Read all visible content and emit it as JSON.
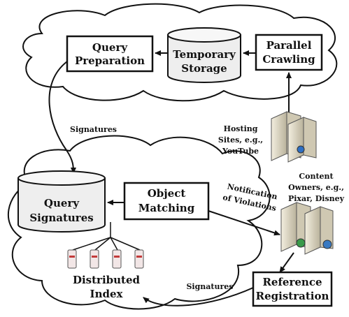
{
  "diagram": {
    "boxes": {
      "query_preparation": [
        "Query",
        "Preparation"
      ],
      "parallel_crawling": [
        "Parallel",
        "Crawling"
      ],
      "object_matching": [
        "Object",
        "Matching"
      ],
      "reference_registration": [
        "Reference",
        "Registration"
      ]
    },
    "databases": {
      "temporary_storage": [
        "Temporary",
        "Storage"
      ],
      "query_signatures": [
        "Query",
        "Signatures"
      ]
    },
    "labels": {
      "signatures_left": "Signatures",
      "signatures_bottom": "Signatures",
      "hosting_sites": [
        "Hosting",
        "Sites, e.g.,",
        "YouTube"
      ],
      "content_owners": [
        "Content",
        "Owners, e.g.,",
        "Pixar, Disney"
      ],
      "notification": [
        "Notification",
        "of Violations"
      ],
      "distributed_index": [
        "Distributed",
        "Index"
      ]
    },
    "icons": [
      "server-icon",
      "database-icon",
      "cloud-shape"
    ],
    "colors": {
      "line": "#111111",
      "box_fill": "#ffffff",
      "db_fill": "#eeeeee",
      "server_fill": "#d8d2c0"
    }
  }
}
